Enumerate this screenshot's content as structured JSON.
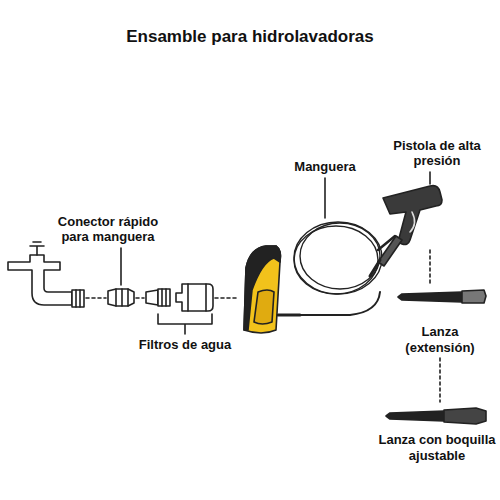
{
  "diagram": {
    "title": "Ensamble para hidrolavadoras",
    "labels": [
      "Conector rápido para manguera",
      "Filtros de agua",
      "Manguera",
      "Pistola de alta presión",
      "Lanza (extensión)",
      "Lanza con boquilla ajustable"
    ]
  }
}
